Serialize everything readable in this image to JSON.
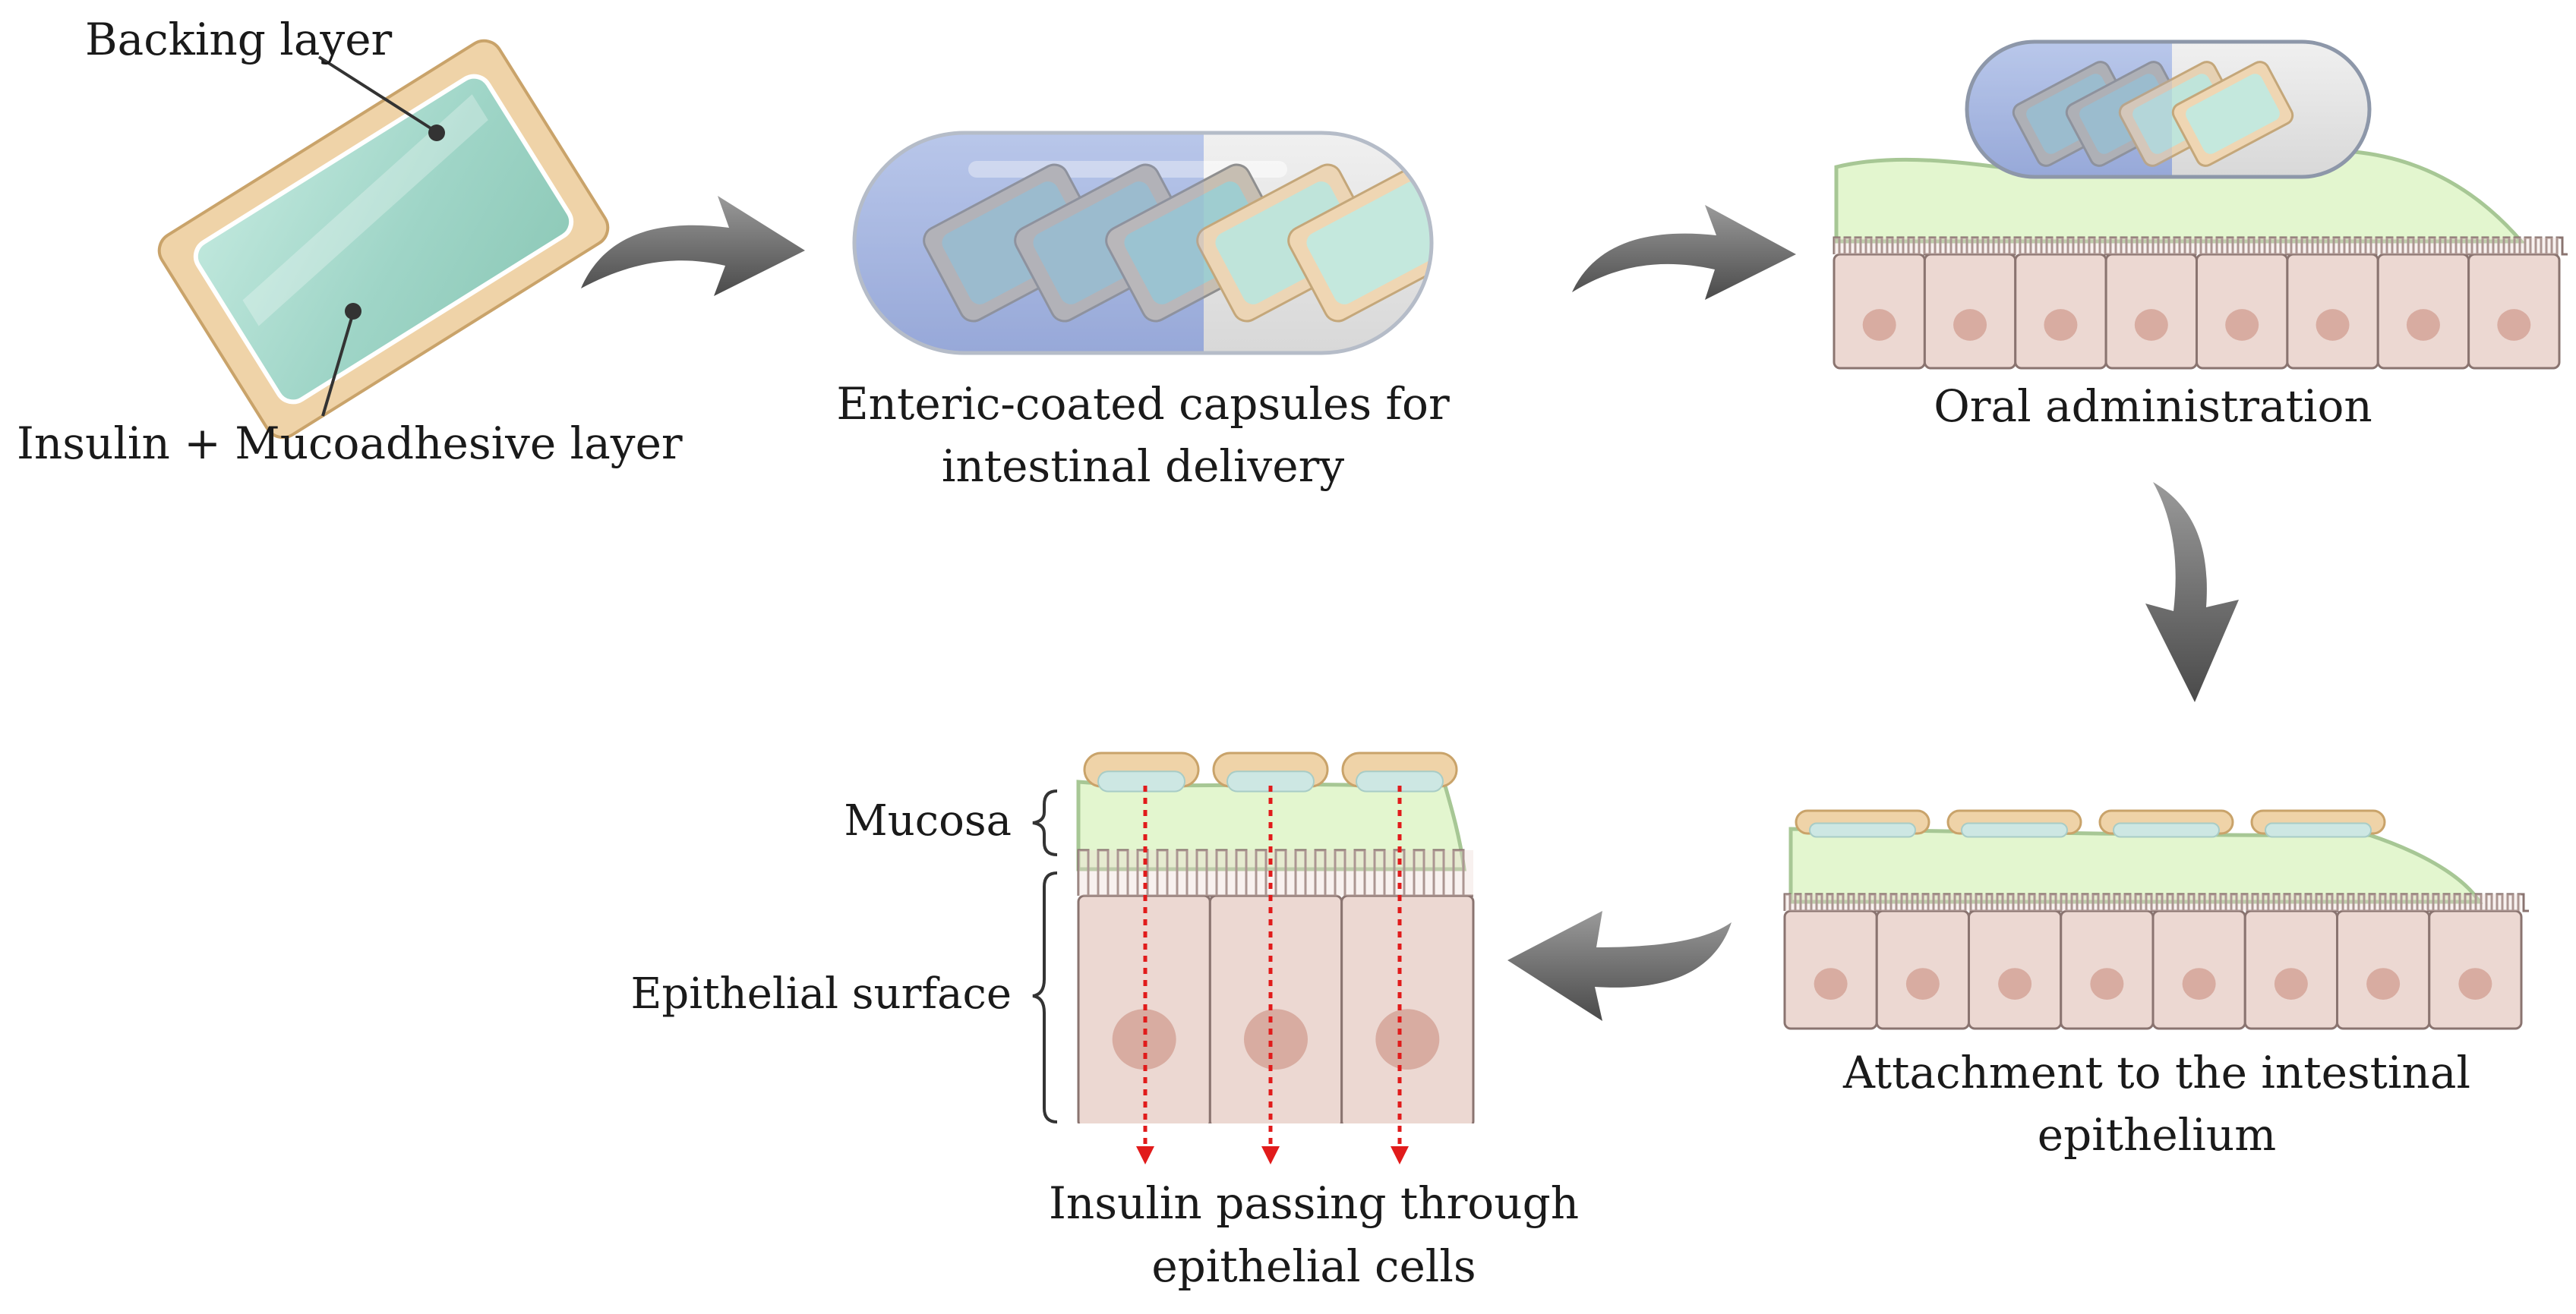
{
  "labels": {
    "backing_layer": "Backing layer",
    "insulin_layer": "Insulin + Mucoadhesive layer",
    "capsules_line1": "Enteric-coated capsules for",
    "capsules_line2": "intestinal delivery",
    "oral": "Oral administration",
    "attachment_line1": "Attachment to the intestinal",
    "attachment_line2": "epithelium",
    "mucosa": "Mucosa",
    "epithelial": "Epithelial surface",
    "passing_line1": "Insulin passing through",
    "passing_line2": "epithelial cells"
  },
  "colors": {
    "backing": "#efd3a8",
    "backing_edge": "#c9a36a",
    "insulin": "#a9dccf",
    "mucus": "#e3f6cf",
    "mucus_edge": "#a7c795",
    "cell": "#ecd8d2",
    "cell_edge": "#8a7470",
    "nucleus": "#d6a79b",
    "capsule_blue": "#aebde6",
    "capsule_grey": "#e4e4e4",
    "arrow": "#6d6d6d",
    "insulin_path": "#e11b1b"
  },
  "icons": {
    "process_arrow": "curved-arrow-icon",
    "path_arrow": "dotted-arrow-icon"
  }
}
